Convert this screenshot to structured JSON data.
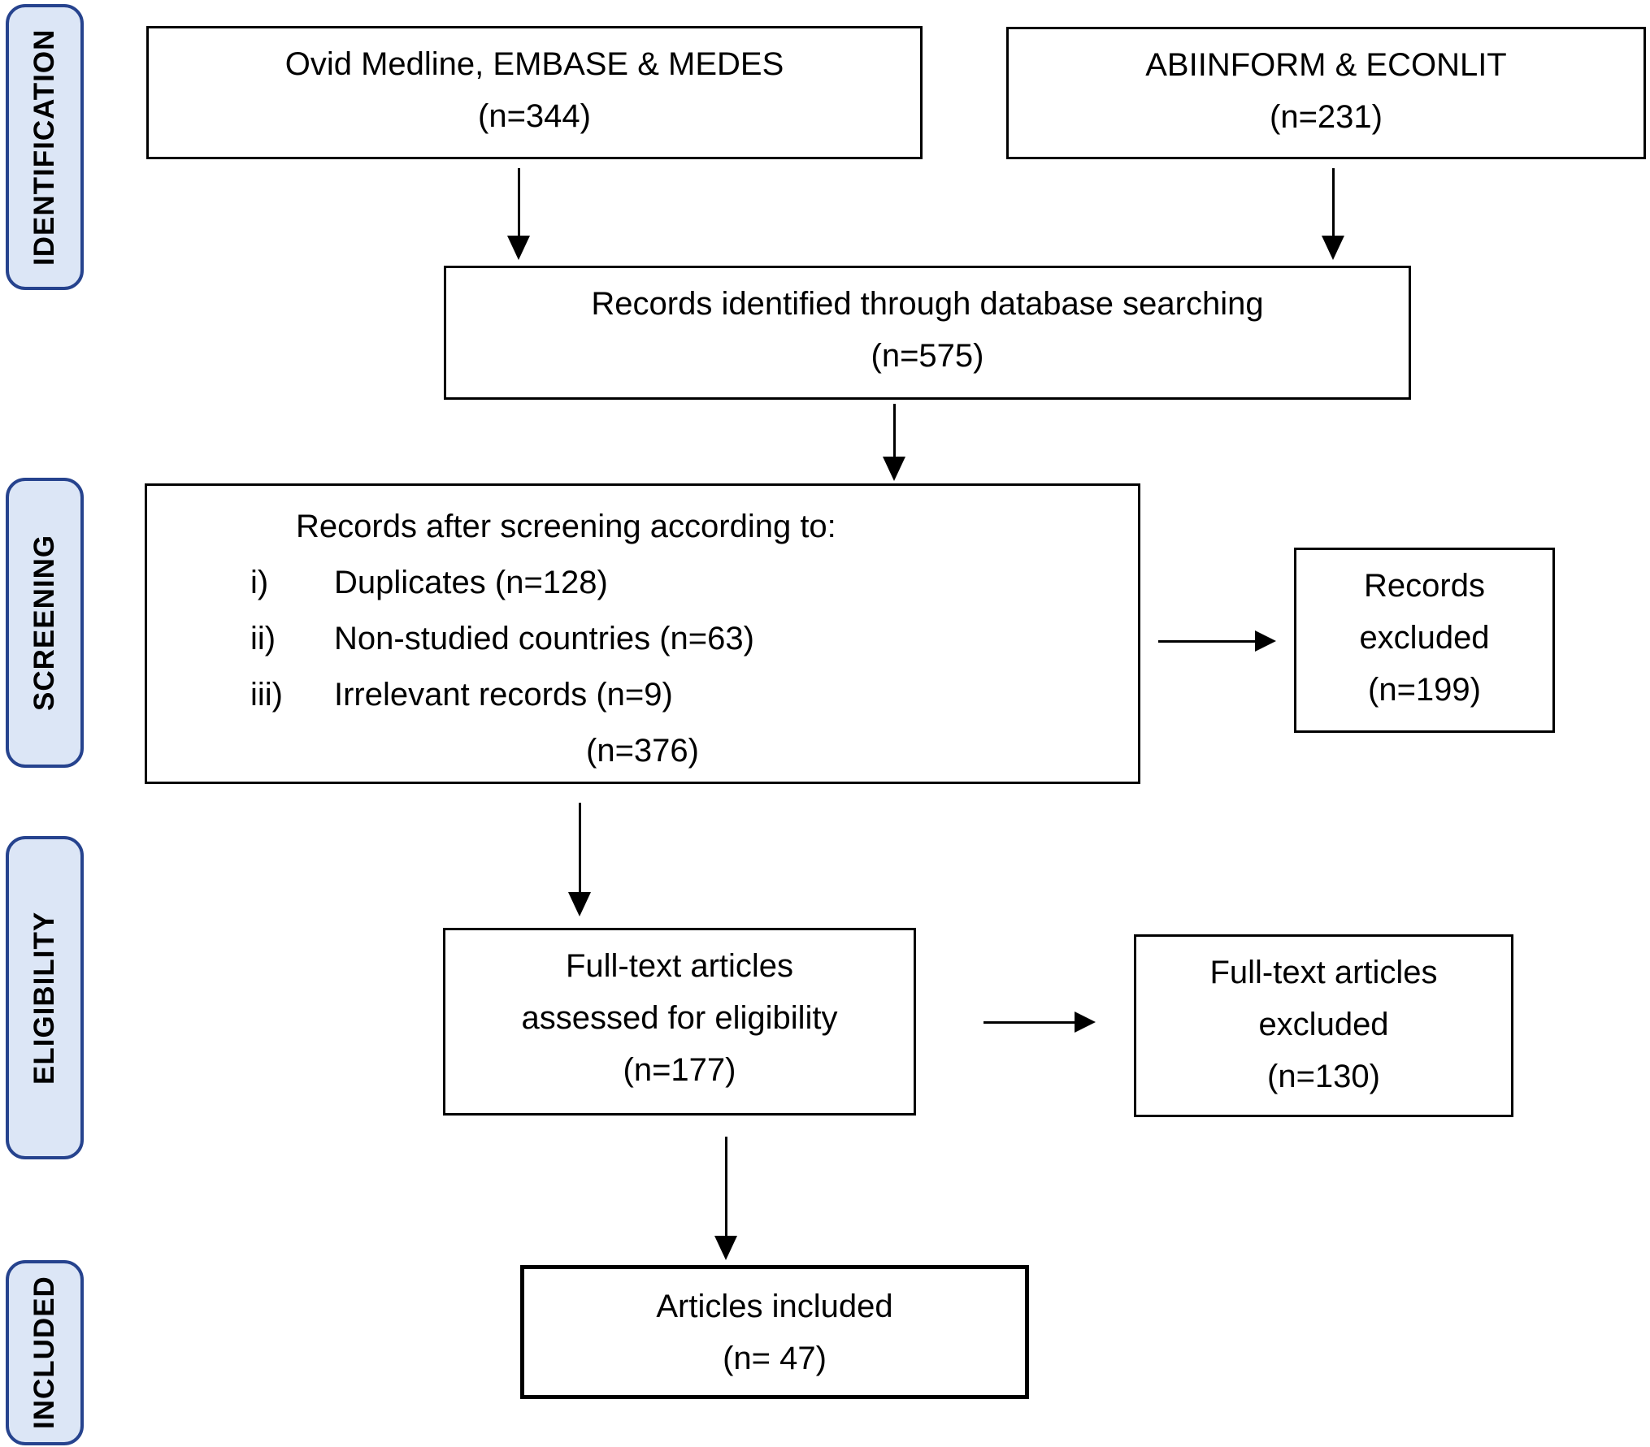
{
  "theme": {
    "background": "#ffffff",
    "stage_fill": "#dce6f6",
    "stage_border": "#26438e",
    "box_border": "#000000",
    "text_color": "#000000"
  },
  "stages": [
    {
      "label": "IDENTIFICATION"
    },
    {
      "label": "SCREENING"
    },
    {
      "label": "ELIGIBILITY"
    },
    {
      "label": "INCLUDED"
    }
  ],
  "boxes": {
    "source1": {
      "line1": "Ovid Medline, EMBASE & MEDES",
      "line2": "(n=344)"
    },
    "source2": {
      "line1": "ABIINFORM & ECONLIT",
      "line2": "(n=231)"
    },
    "identified": {
      "line1": "Records identified through database searching",
      "line2": "(n=575)"
    },
    "screening": {
      "title": "Records after screening according to:",
      "items": [
        {
          "marker": "i)",
          "text": "Duplicates (n=128)"
        },
        {
          "marker": "ii)",
          "text": "Non-studied countries (n=63)"
        },
        {
          "marker": "iii)",
          "text": "Irrelevant records (n=9)"
        }
      ],
      "total": "(n=376)"
    },
    "records_excluded": {
      "line1": "Records",
      "line2": "excluded",
      "line3": "(n=199)"
    },
    "fulltext_assessed": {
      "line1": "Full-text articles",
      "line2": "assessed for eligibility",
      "line3": "(n=177)"
    },
    "fulltext_excluded": {
      "line1": "Full-text articles",
      "line2": "excluded",
      "line3": "(n=130)"
    },
    "included": {
      "line1": "Articles included",
      "line2": "(n= 47)"
    }
  }
}
